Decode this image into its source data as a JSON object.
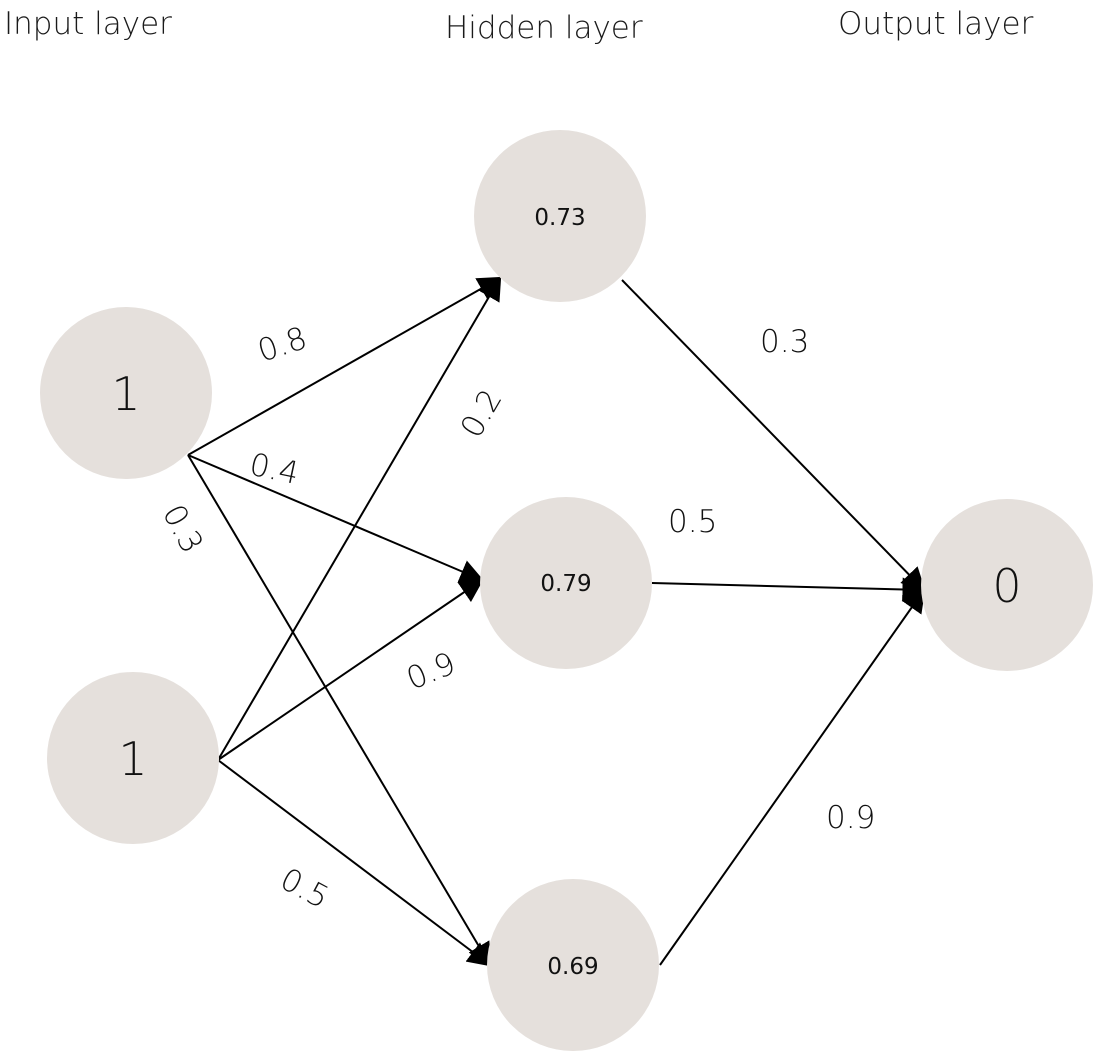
{
  "layers": {
    "input": "Input layer",
    "hidden": "Hidden layer",
    "output": "Output layer"
  },
  "nodes": {
    "input_1": "1",
    "input_2": "1",
    "hidden_1": "0.73",
    "hidden_2": "0.79",
    "hidden_3": "0.69",
    "output_1": "0"
  },
  "weights": {
    "in1_h1": "0.8",
    "in1_h2": "0.4",
    "in1_h3": "0.3",
    "in2_h1": "0.2",
    "in2_h2": "0.9",
    "in2_h3": "0.5",
    "h1_out": "0.3",
    "h2_out": "0.5",
    "h3_out": "0.9"
  },
  "colors": {
    "node_fill": "#e5e0dc",
    "edge": "#000000"
  }
}
